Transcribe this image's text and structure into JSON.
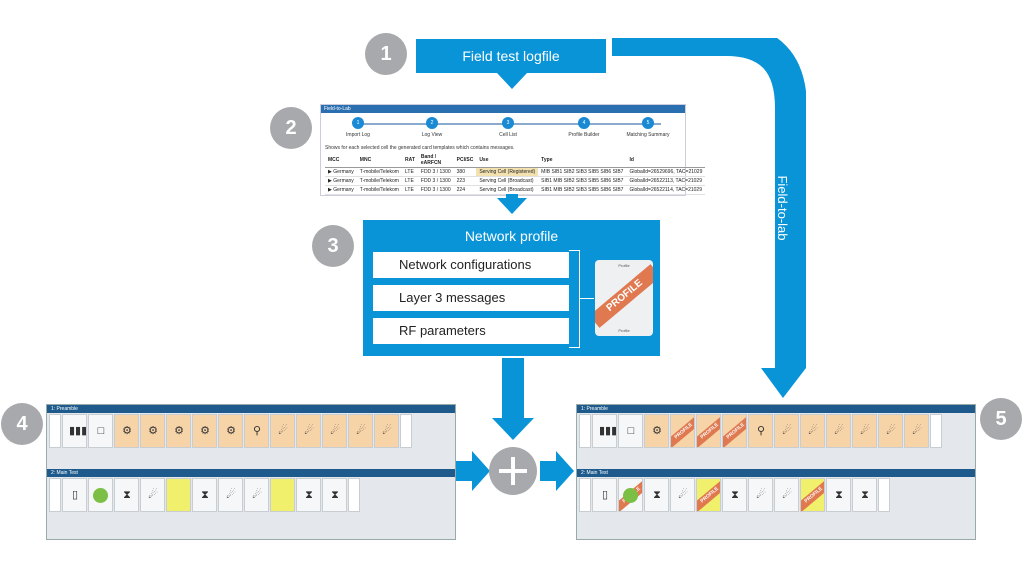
{
  "steps_labels": {
    "s1": "1",
    "s2": "2",
    "s3": "3",
    "s4": "4",
    "s5": "5"
  },
  "field_test": {
    "label": "Field test logfile"
  },
  "field_to_lab": {
    "label": "Field-to-lab"
  },
  "wizard": {
    "header": "Field-to-Lab",
    "steps": [
      {
        "num": "1",
        "label": "Import Log"
      },
      {
        "num": "2",
        "label": "Log View"
      },
      {
        "num": "3",
        "label": "Cell List"
      },
      {
        "num": "4",
        "label": "Profile Builder"
      },
      {
        "num": "5",
        "label": "Matching Summary"
      }
    ],
    "instruction": "Shows for each selected cell the generated card templates which contains messages.",
    "columns": [
      "MCC",
      "MNC",
      "RAT",
      "Band / eARFCN",
      "PCI/SC",
      "Use",
      "Type",
      "Id"
    ],
    "rows": [
      [
        "Germany",
        "T-mobile/Telekom",
        "LTE",
        "FDD 3 / 1300",
        "380",
        "Serving Cell (Registered)",
        "MIB SIB1 SIB2 SIB3 SIB5 SIB6 SIB7",
        "GlobalId=26529696, TAC=21029"
      ],
      [
        "Germany",
        "T-mobile/Telekom",
        "LTE",
        "FDD 3 / 1300",
        "223",
        "Serving Cell (Broadcast)",
        "SIB1 MIB SIB2 SIB3 SIB5 SIB6 SIB7",
        "GlobalId=26522113, TAC=21029"
      ],
      [
        "Germany",
        "T-mobile/Telekom",
        "LTE",
        "FDD 3 / 1300",
        "224",
        "Serving Cell (Broadcast)",
        "SIB1 MIB SIB2 SIB3 SIB5 SIB6 SIB7",
        "GlobalId=26522114, TAC=21029"
      ]
    ]
  },
  "network_profile": {
    "title": "Network profile",
    "items": [
      "Network configurations",
      "Layer 3 messages",
      "RF parameters"
    ],
    "card_text": "PROFILE",
    "card_top": "Profile",
    "card_bottom": "Profile"
  },
  "panels": {
    "preamble_title": "1: Preamble",
    "main_test_title": "2: Main Test"
  },
  "colors": {
    "accent": "#0a94d8",
    "step_circle": "#a7a9ac",
    "profile": "#e07850"
  }
}
